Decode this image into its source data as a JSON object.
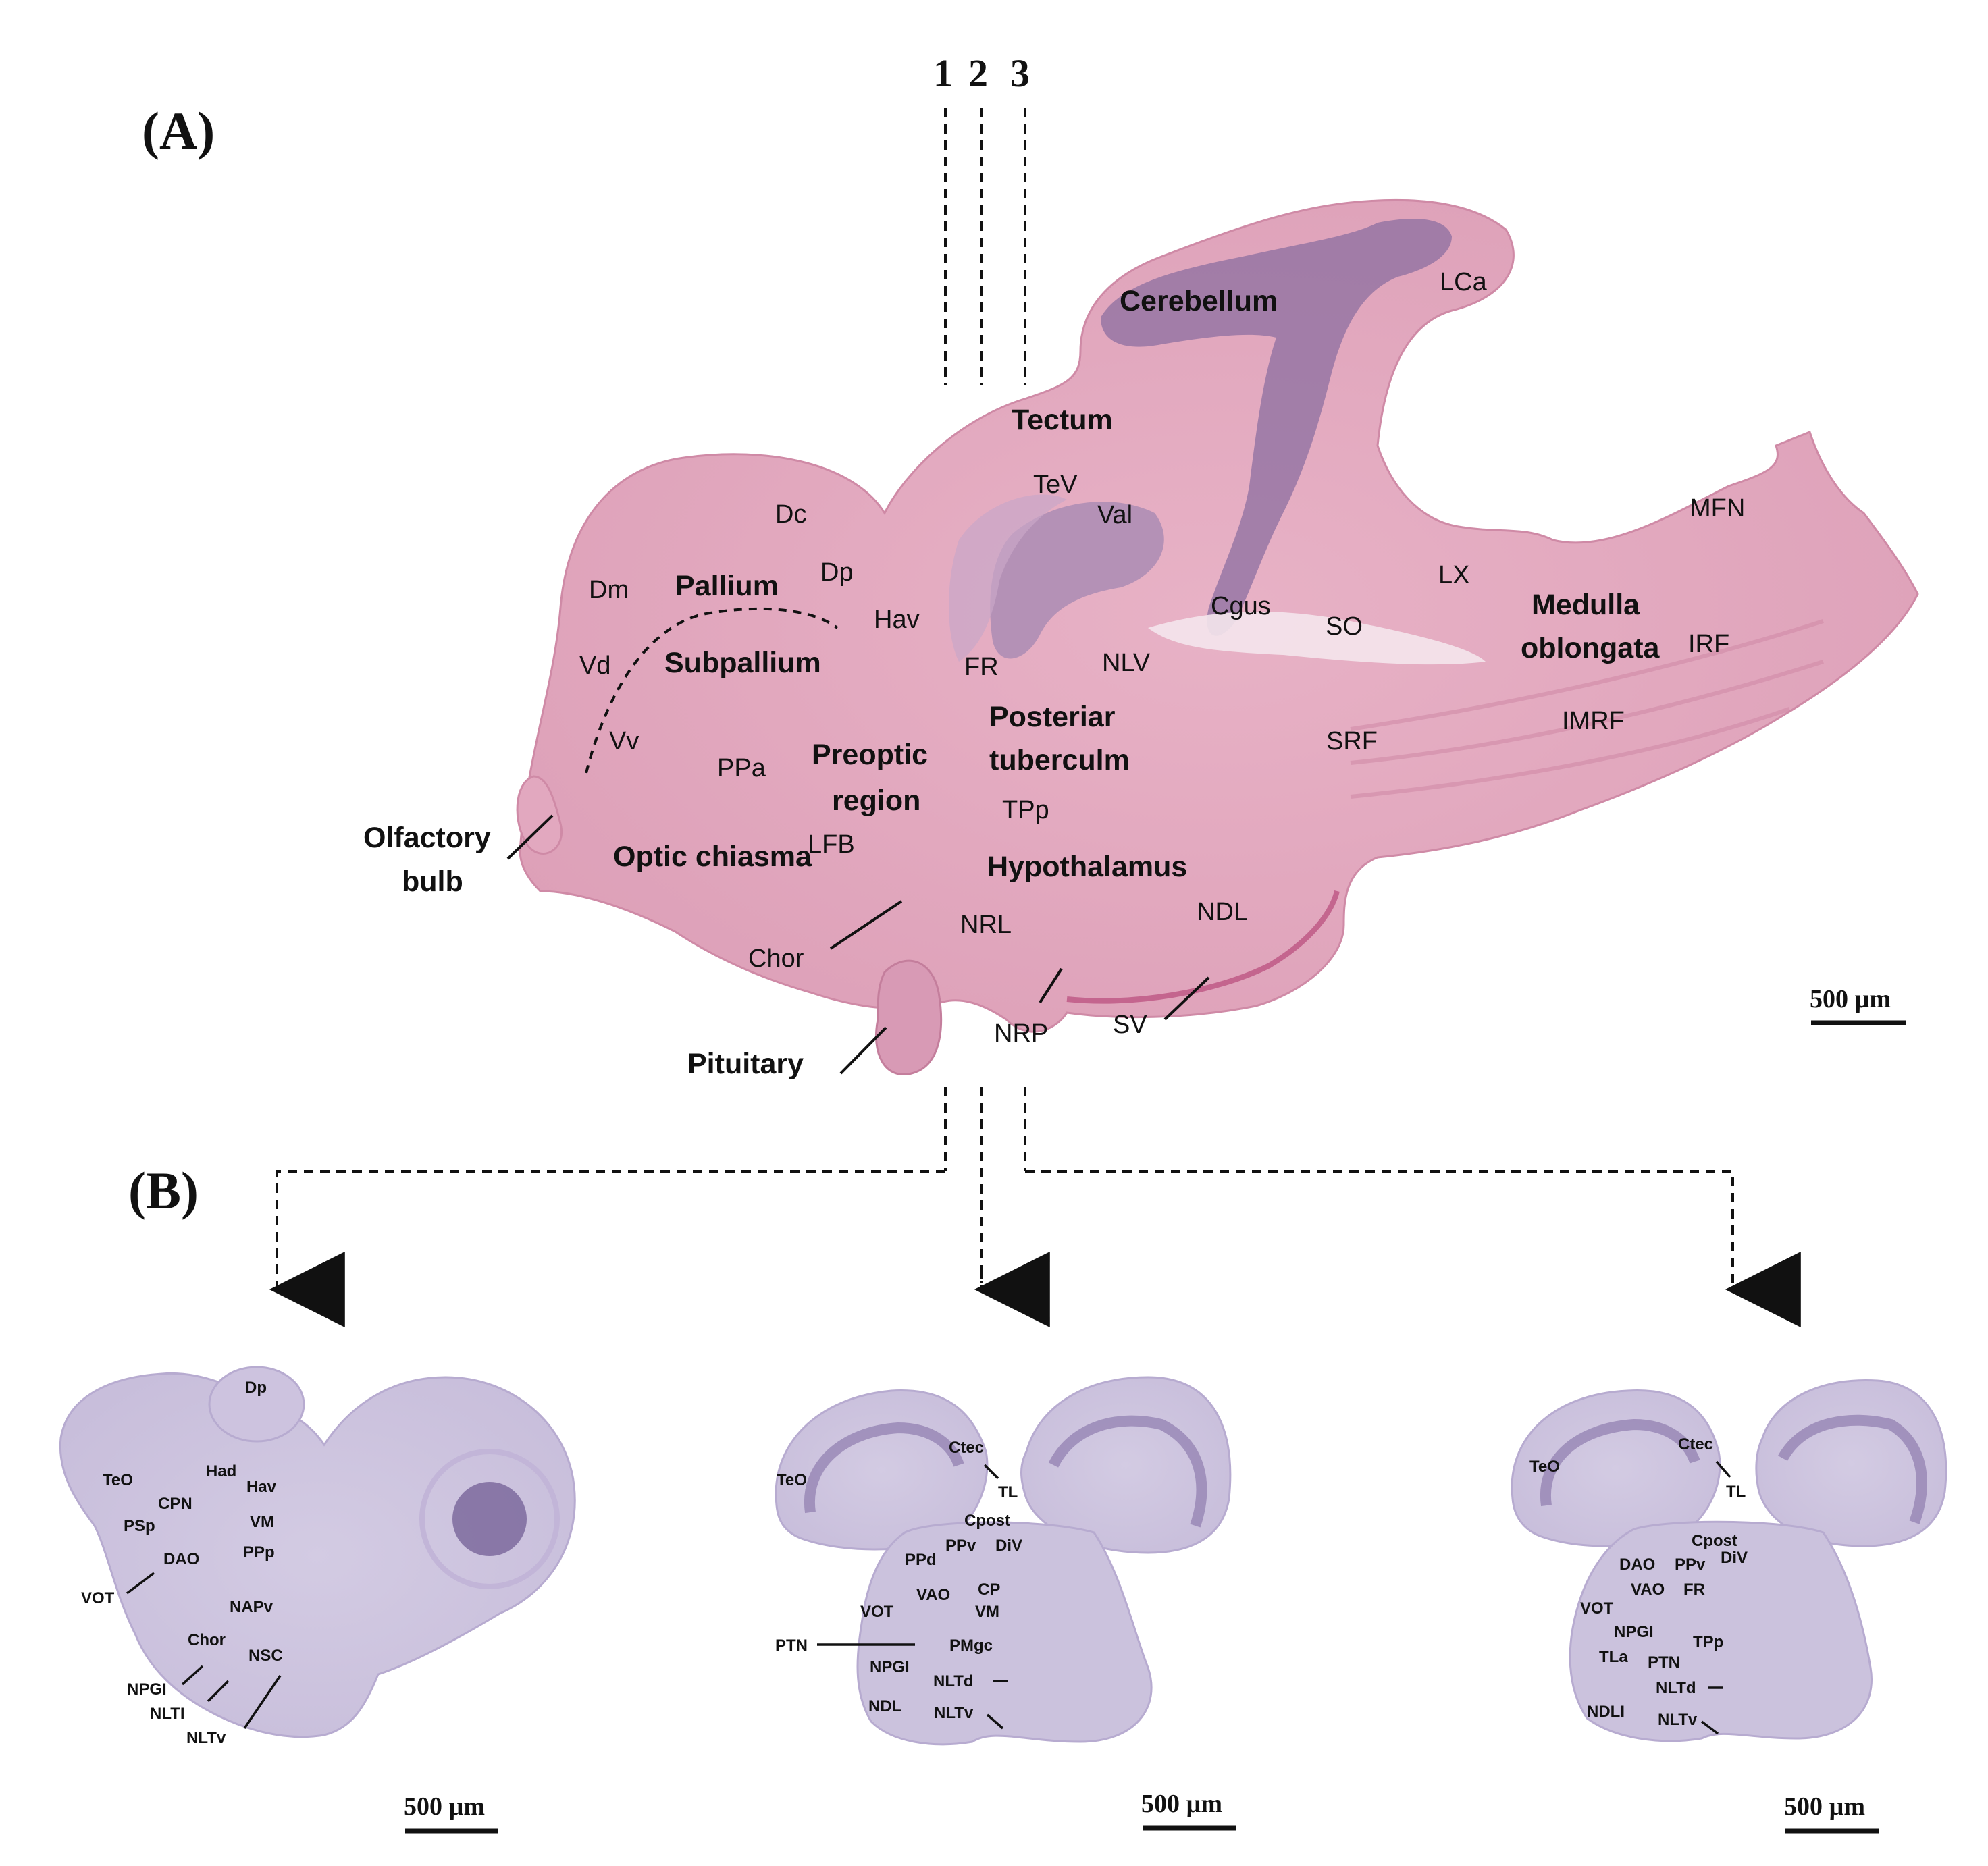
{
  "panel_a": {
    "label": "(A)",
    "section_numbers": [
      "1",
      "2",
      "3"
    ],
    "regions": [
      "Cerebellum",
      "Tectum",
      "Pallium",
      "Subpallium",
      "Posteriar",
      "tuberculm",
      "Preoptic",
      "region",
      "Optic chiasma",
      "Hypothalamus",
      "Olfactory",
      "bulb",
      "Pituitary",
      "Medulla",
      "oblongata"
    ],
    "labels": [
      "LCa",
      "TeV",
      "Val",
      "MFN",
      "Dc",
      "Dp",
      "Dm",
      "Vd",
      "Vv",
      "Hav",
      "FR",
      "NLV",
      "Cgus",
      "SO",
      "LX",
      "IRF",
      "SRF",
      "IMRF",
      "PPa",
      "TPp",
      "LFB",
      "NRL",
      "NDL",
      "Chor",
      "NRP",
      "SV"
    ],
    "scale_bar": "500 µm"
  },
  "panel_b": {
    "label": "(B)",
    "sections": [
      {
        "labels": [
          "Dp",
          "Had",
          "Hav",
          "TeO",
          "CPN",
          "PSp",
          "VM",
          "PPp",
          "DAO",
          "VOT",
          "NAPv",
          "Chor",
          "NSC",
          "NPGI",
          "NLTI",
          "NLTv"
        ],
        "scale_bar": "500 µm"
      },
      {
        "labels": [
          "Ctec",
          "TeO",
          "TL",
          "Cpost",
          "PPv",
          "DiV",
          "PPd",
          "VAO",
          "CP",
          "VOT",
          "VM",
          "PTN",
          "PMgc",
          "NPGI",
          "NLTd",
          "NDL",
          "NLTv"
        ],
        "scale_bar": "500 µm"
      },
      {
        "labels": [
          "TeO",
          "Ctec",
          "TL",
          "Cpost",
          "DAO",
          "PPv",
          "DiV",
          "VAO",
          "FR",
          "VOT",
          "NPGI",
          "TPp",
          "TLa",
          "PTN",
          "NLTd",
          "NDLI",
          "NLTv"
        ],
        "scale_bar": "500 µm"
      }
    ]
  }
}
